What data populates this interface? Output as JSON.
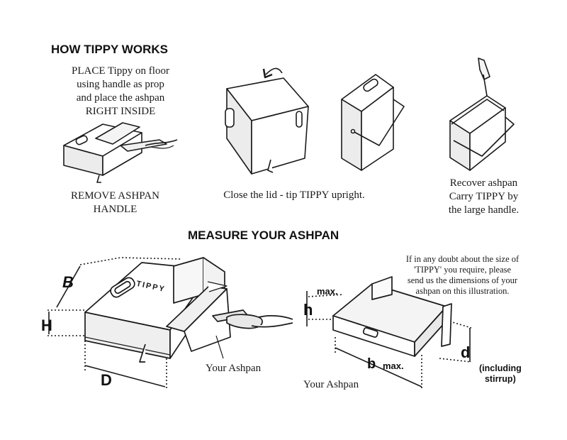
{
  "section1": {
    "title": "HOW TIPPY WORKS",
    "step1_text": [
      "PLACE Tippy on floor",
      "using handle as prop",
      "and place the ashpan",
      "RIGHT INSIDE"
    ],
    "step1_caption": [
      "REMOVE ASHPAN",
      "HANDLE"
    ],
    "step2_caption": "Close the lid - tip TIPPY upright.",
    "step3_caption": [
      "Recover ashpan",
      "Carry TIPPY by",
      "the large handle."
    ]
  },
  "section2": {
    "title": "MEASURE YOUR ASHPAN",
    "label_b_upper": "B",
    "label_h_upper": "H",
    "label_d_upper": "D",
    "box_brand": "TIPPY",
    "your_ashpan_left": "Your Ashpan",
    "note": [
      "If in any doubt about the size of",
      "'TIPPY' you require, please",
      "send us the dimensions of your",
      "ashpan on this illustration."
    ],
    "label_max_top": "max.",
    "label_h_lower": "h",
    "label_b_lower": "b",
    "label_max_bottom": "max.",
    "label_d_lower": "d",
    "including_stirrup": [
      "(including",
      "stirrup)"
    ],
    "your_ashpan_right": "Your Ashpan"
  },
  "colors": {
    "ink": "#1a1a1a",
    "paper": "#ffffff",
    "shade": "#d9d9d9"
  }
}
